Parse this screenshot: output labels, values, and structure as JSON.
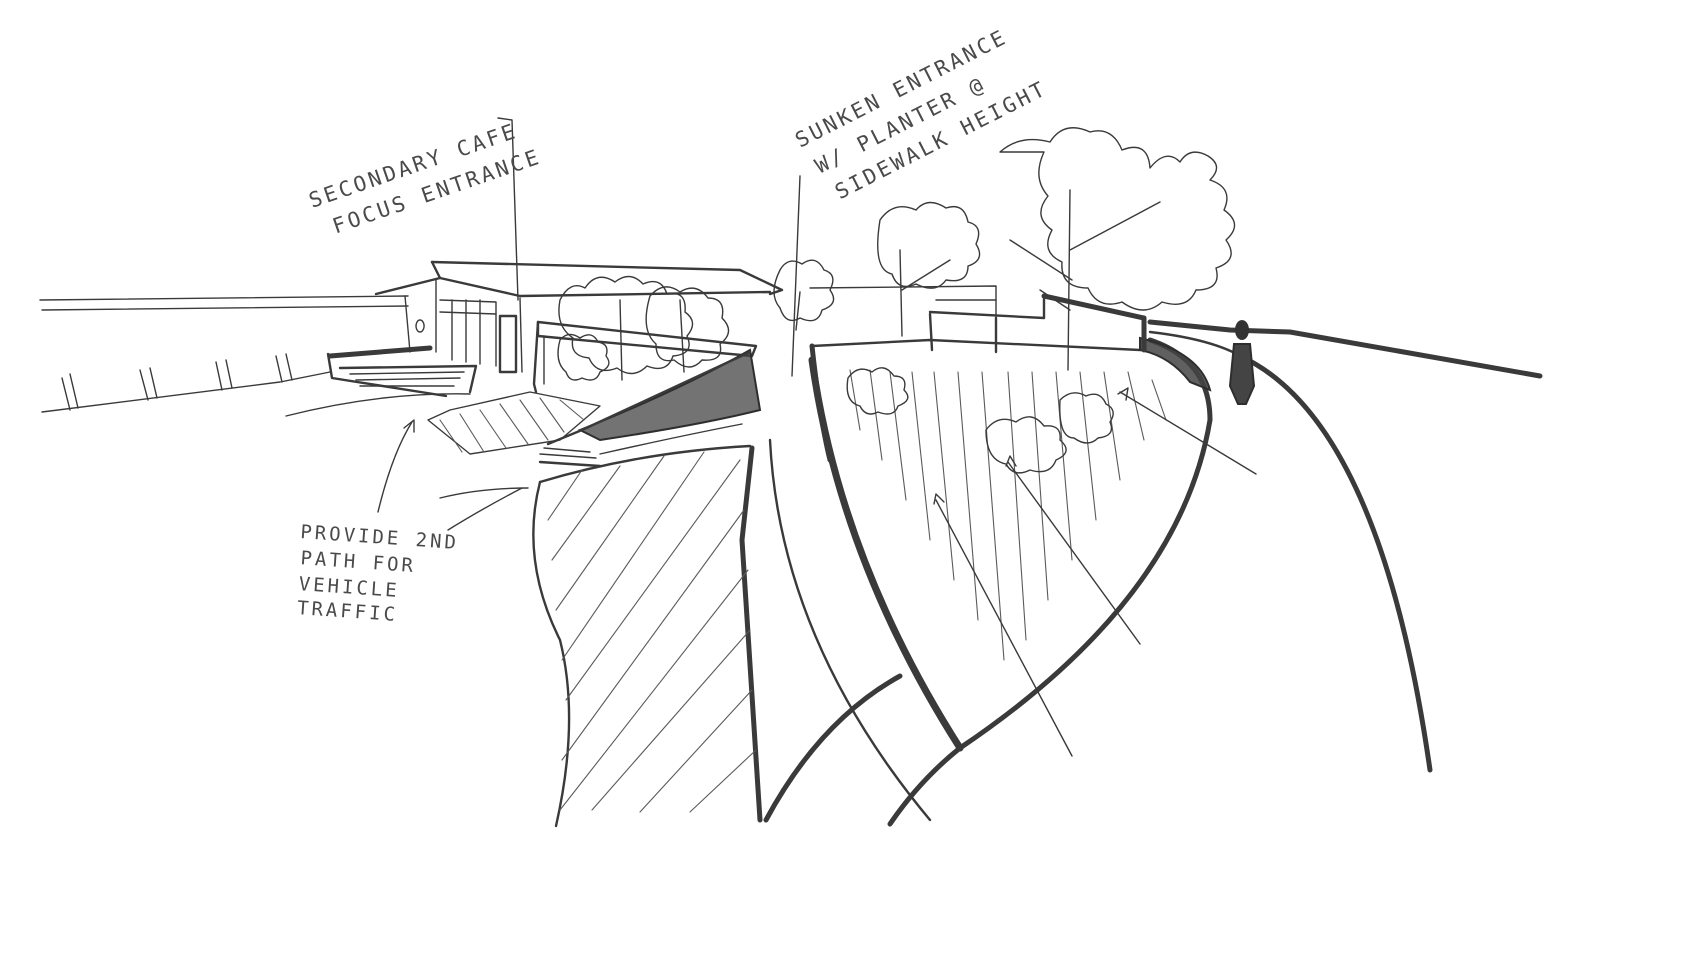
{
  "annotations": {
    "secondary_cafe": {
      "line1": "SECONDARY CAFE",
      "line2": "FOCUS ENTRANCE"
    },
    "sunken_entrance": {
      "line1": "SUNKEN ENTRANCE",
      "line2": "W/ PLANTER @",
      "line3": "SIDEWALK HEIGHT"
    },
    "vehicle_path": {
      "line1": "PROVIDE 2ND",
      "line2": "PATH FOR",
      "line3": "VEHICLE",
      "line4": "TRAFFIC"
    }
  },
  "colors": {
    "ink": "#3a3a3a",
    "paper": "#ffffff"
  }
}
